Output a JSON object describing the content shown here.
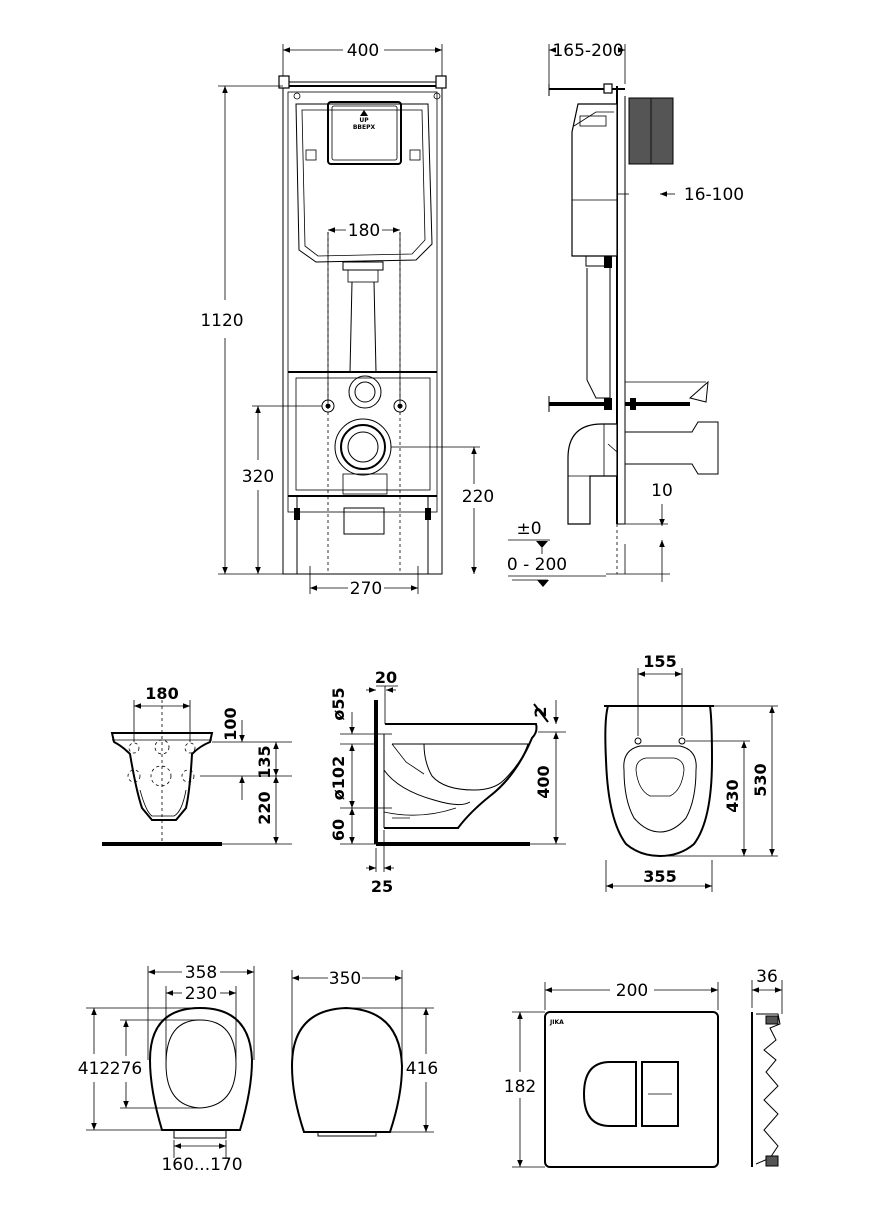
{
  "frame_front": {
    "width": "400",
    "height": "1120",
    "bolt_spacing": "180",
    "bolt_height": "320",
    "drain_height": "220",
    "bottom_width": "270",
    "cistern_arrow_label": "UP",
    "cistern_text": "ВВЕРХ"
  },
  "frame_side": {
    "depth": "165-200",
    "wall_offset": "16-100",
    "cut_label": "10",
    "zero_level": "±0",
    "floor_range": "0 - 200"
  },
  "bowl_front": {
    "width": "180",
    "h1": "100",
    "h2": "135",
    "h3": "220"
  },
  "bowl_side": {
    "top_offset": "20",
    "inlet_diameter": "ø55",
    "outlet_diameter": "ø102",
    "bottom_offset": "60",
    "wall_gap": "25",
    "height": "400",
    "rim": "2"
  },
  "bowl_top": {
    "hole_spacing": "155",
    "width": "355",
    "inner_length": "430",
    "length": "530"
  },
  "seat": {
    "width": "358",
    "inner_width": "230",
    "hinge_range": "160...170",
    "length": "412",
    "inner_length": "276"
  },
  "cover": {
    "width": "350",
    "length": "416"
  },
  "flush_plate": {
    "brand": "JIKA",
    "width": "200",
    "height": "182",
    "depth": "36"
  }
}
